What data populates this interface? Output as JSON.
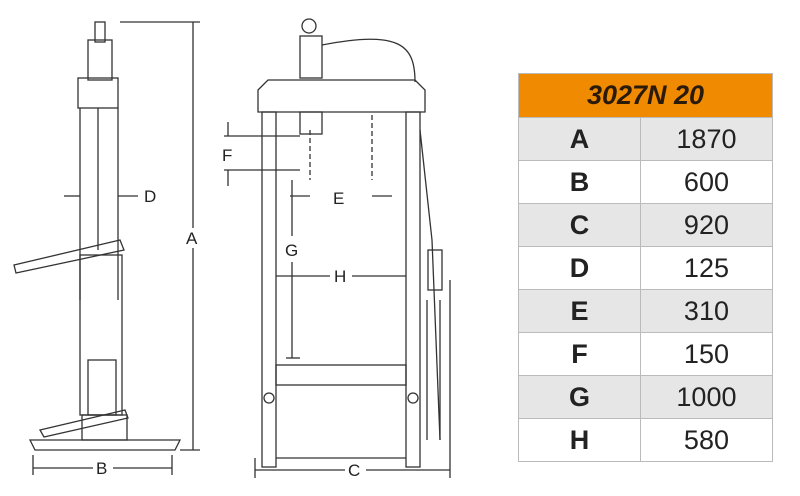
{
  "diagram": {
    "labels": {
      "A": "A",
      "B": "B",
      "C": "C",
      "D": "D",
      "E": "E",
      "F": "F",
      "G": "G",
      "H": "H"
    }
  },
  "table": {
    "title": "3027N 20",
    "rows": [
      {
        "key": "A",
        "value": "1870"
      },
      {
        "key": "B",
        "value": "600"
      },
      {
        "key": "C",
        "value": "920"
      },
      {
        "key": "D",
        "value": "125"
      },
      {
        "key": "E",
        "value": "310"
      },
      {
        "key": "F",
        "value": "150"
      },
      {
        "key": "G",
        "value": "1000"
      },
      {
        "key": "H",
        "value": "580"
      }
    ],
    "colors": {
      "header": "#f08a00",
      "stripe": "#e6e6e6"
    }
  }
}
